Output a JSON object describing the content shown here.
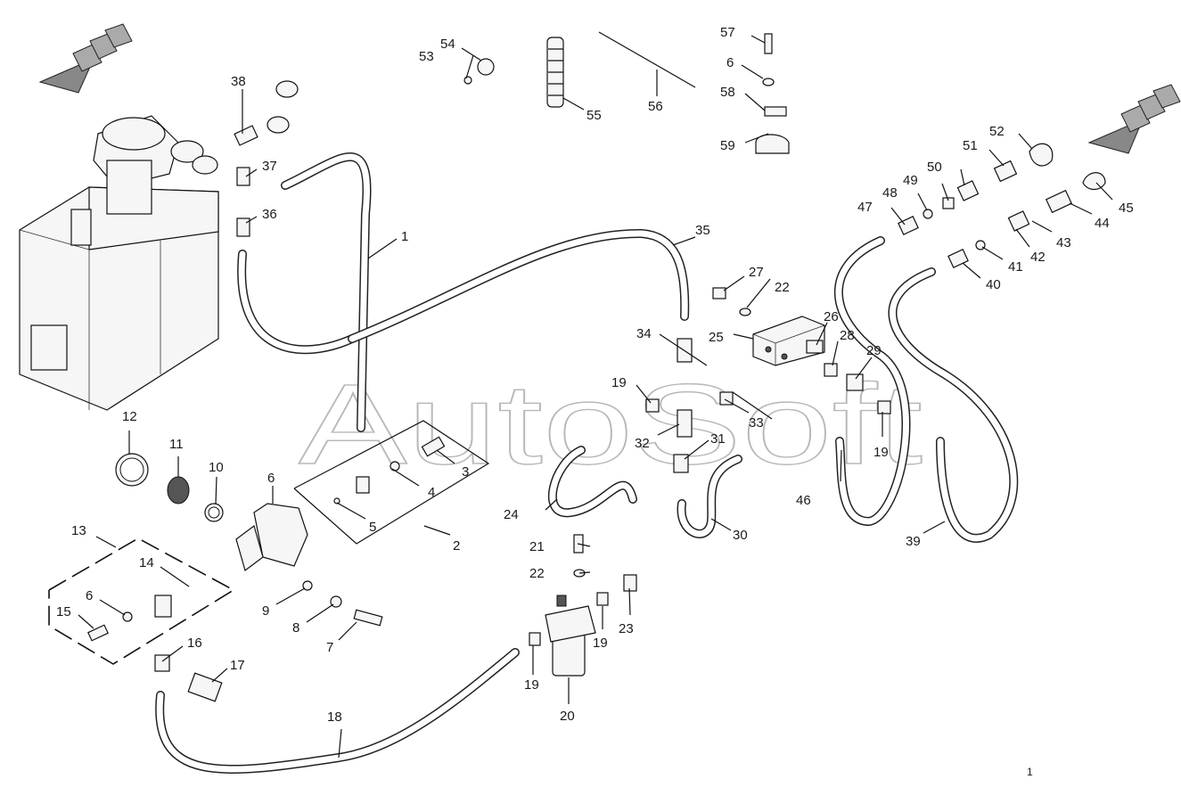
{
  "watermark": "AutoSoft",
  "page_number": "1",
  "callouts": [
    {
      "id": "c1",
      "text": "1"
    },
    {
      "id": "c2",
      "text": "2"
    },
    {
      "id": "c3",
      "text": "3"
    },
    {
      "id": "c4",
      "text": "4"
    },
    {
      "id": "c5",
      "text": "5"
    },
    {
      "id": "c6a",
      "text": "6"
    },
    {
      "id": "c6b",
      "text": "6"
    },
    {
      "id": "c6c",
      "text": "6"
    },
    {
      "id": "c7",
      "text": "7"
    },
    {
      "id": "c8",
      "text": "8"
    },
    {
      "id": "c9",
      "text": "9"
    },
    {
      "id": "c10",
      "text": "10"
    },
    {
      "id": "c11",
      "text": "11"
    },
    {
      "id": "c12",
      "text": "12"
    },
    {
      "id": "c13",
      "text": "13"
    },
    {
      "id": "c14",
      "text": "14"
    },
    {
      "id": "c15",
      "text": "15"
    },
    {
      "id": "c16",
      "text": "16"
    },
    {
      "id": "c17",
      "text": "17"
    },
    {
      "id": "c18",
      "text": "18"
    },
    {
      "id": "c19a",
      "text": "19"
    },
    {
      "id": "c19b",
      "text": "19"
    },
    {
      "id": "c19c",
      "text": "19"
    },
    {
      "id": "c19d",
      "text": "19"
    },
    {
      "id": "c20",
      "text": "20"
    },
    {
      "id": "c21",
      "text": "21"
    },
    {
      "id": "c22a",
      "text": "22"
    },
    {
      "id": "c22b",
      "text": "22"
    },
    {
      "id": "c23",
      "text": "23"
    },
    {
      "id": "c24",
      "text": "24"
    },
    {
      "id": "c25",
      "text": "25"
    },
    {
      "id": "c26",
      "text": "26"
    },
    {
      "id": "c27",
      "text": "27"
    },
    {
      "id": "c28",
      "text": "28"
    },
    {
      "id": "c29",
      "text": "29"
    },
    {
      "id": "c30",
      "text": "30"
    },
    {
      "id": "c31",
      "text": "31"
    },
    {
      "id": "c32",
      "text": "32"
    },
    {
      "id": "c33",
      "text": "33"
    },
    {
      "id": "c34",
      "text": "34"
    },
    {
      "id": "c35",
      "text": "35"
    },
    {
      "id": "c36",
      "text": "36"
    },
    {
      "id": "c37",
      "text": "37"
    },
    {
      "id": "c38",
      "text": "38"
    },
    {
      "id": "c39",
      "text": "39"
    },
    {
      "id": "c40",
      "text": "40"
    },
    {
      "id": "c41",
      "text": "41"
    },
    {
      "id": "c42",
      "text": "42"
    },
    {
      "id": "c43",
      "text": "43"
    },
    {
      "id": "c44",
      "text": "44"
    },
    {
      "id": "c45",
      "text": "45"
    },
    {
      "id": "c46",
      "text": "46"
    },
    {
      "id": "c47",
      "text": "47"
    },
    {
      "id": "c48",
      "text": "48"
    },
    {
      "id": "c49",
      "text": "49"
    },
    {
      "id": "c50",
      "text": "50"
    },
    {
      "id": "c51",
      "text": "51"
    },
    {
      "id": "c52",
      "text": "52"
    },
    {
      "id": "c53",
      "text": "53"
    },
    {
      "id": "c54",
      "text": "54"
    },
    {
      "id": "c55",
      "text": "55"
    },
    {
      "id": "c56",
      "text": "56"
    },
    {
      "id": "c57",
      "text": "57"
    },
    {
      "id": "c58",
      "text": "58"
    },
    {
      "id": "c59",
      "text": "59"
    }
  ]
}
